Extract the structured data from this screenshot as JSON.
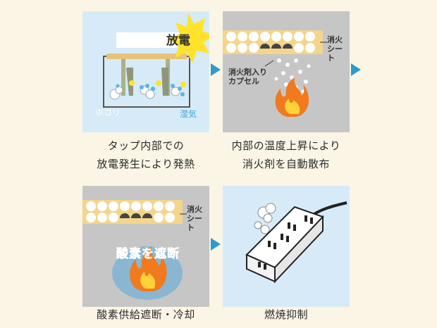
{
  "steps": [
    {
      "caption_line1": "タップ内部での",
      "caption_line2": "放電発生により発熱",
      "badge": "放電",
      "label_dust": "ホコリ",
      "label_moisture": "湿気"
    },
    {
      "caption_line1": "内部の温度上昇により",
      "caption_line2": "消火剤を自動散布",
      "label_sheet_line1": "消火",
      "label_sheet_line2": "シート",
      "label_capsule_line1": "消火剤入り",
      "label_capsule_line2": "カプセル"
    },
    {
      "caption": "酸素供給遮断・冷却",
      "label_sheet_line1": "消火",
      "label_sheet_line2": "シート",
      "oxygen_text": "酸素を遮断"
    },
    {
      "caption": "燃焼抑制"
    }
  ],
  "colors": {
    "arrow": "#2e9bc9",
    "panel_blue": "#d6ebf7",
    "panel_gray": "#c6c6c6",
    "sheet_yellow": "#f3d58b",
    "flame_orange": "#f07a1d",
    "spark_yellow": "#ffe32a"
  }
}
